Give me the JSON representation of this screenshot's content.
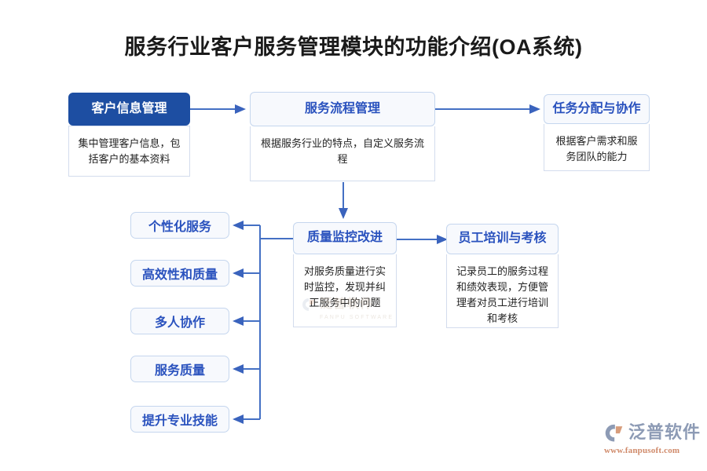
{
  "page": {
    "title": "服务行业客户服务管理模块的功能介绍(OA系统)",
    "background_color": "#ffffff",
    "accent_color": "#2a52be",
    "primary_fill_color": "#1d4ea2",
    "connector_color": "#4470c4"
  },
  "nodes": {
    "customer_info": {
      "header": "客户信息管理",
      "body": "集中管理客户信息，包括客户的基本资料",
      "style": "primary"
    },
    "service_process": {
      "header": "服务流程管理",
      "body": "根据服务行业的特点，自定义服务流程",
      "style": "light"
    },
    "task_allocation": {
      "header": "任务分配与协作",
      "body": "根据客户需求和服务团队的能力",
      "style": "light"
    },
    "quality_monitor": {
      "header": "质量监控改进",
      "body": "对服务质量进行实时监控，发现并纠正服务中的问题",
      "style": "light"
    },
    "staff_training": {
      "header": "员工培训与考核",
      "body": "记录员工的服务过程和绩效表现，方便管理者对员工进行培训和考核",
      "style": "light"
    }
  },
  "branch_items": [
    {
      "label": "个性化服务"
    },
    {
      "label": "高效性和质量"
    },
    {
      "label": "多人协作"
    },
    {
      "label": "服务质量"
    },
    {
      "label": "提升专业技能"
    }
  ],
  "watermark": {
    "name": "泛普软件",
    "subtitle": "FANPU SOFTWARE"
  },
  "logo": {
    "name": "泛普软件",
    "url": "www.fanpusoft.com"
  }
}
